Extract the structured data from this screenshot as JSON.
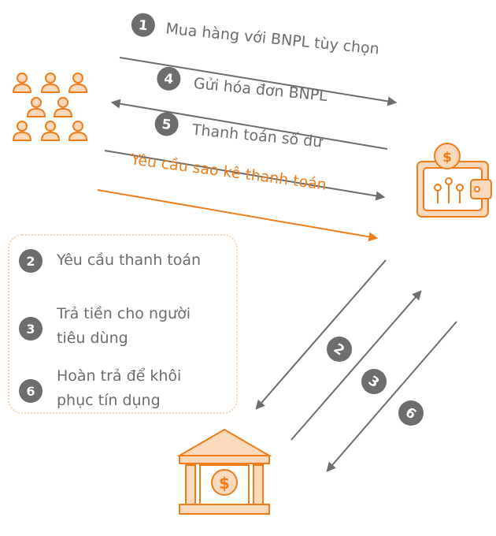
{
  "top_flows": [
    {
      "number": "1",
      "label": "Mua hàng với BNPL tùy chọn"
    },
    {
      "number": "4",
      "label": "Gửi hóa đơn BNPL"
    },
    {
      "number": "5",
      "label": "Thanh toán số dư"
    }
  ],
  "statement_request": {
    "label": "Yêu cầu sao kê thanh toán"
  },
  "legend": [
    {
      "number": "2",
      "line1": "Yêu cầu thanh toán",
      "line2": ""
    },
    {
      "number": "3",
      "line1": "Trả tiền cho người",
      "line2": "tiêu dùng"
    },
    {
      "number": "6",
      "line1": "Hoàn trả để khôi",
      "line2": "phục tín dụng"
    }
  ],
  "diagonal_badges": [
    "2",
    "3",
    "6"
  ],
  "colors": {
    "gray": "#6d6d6d",
    "orange": "#f07d1a",
    "light_orange": "#fbd9bd"
  },
  "icons": [
    "consumers-group-icon",
    "digital-wallet-icon",
    "bank-icon"
  ]
}
